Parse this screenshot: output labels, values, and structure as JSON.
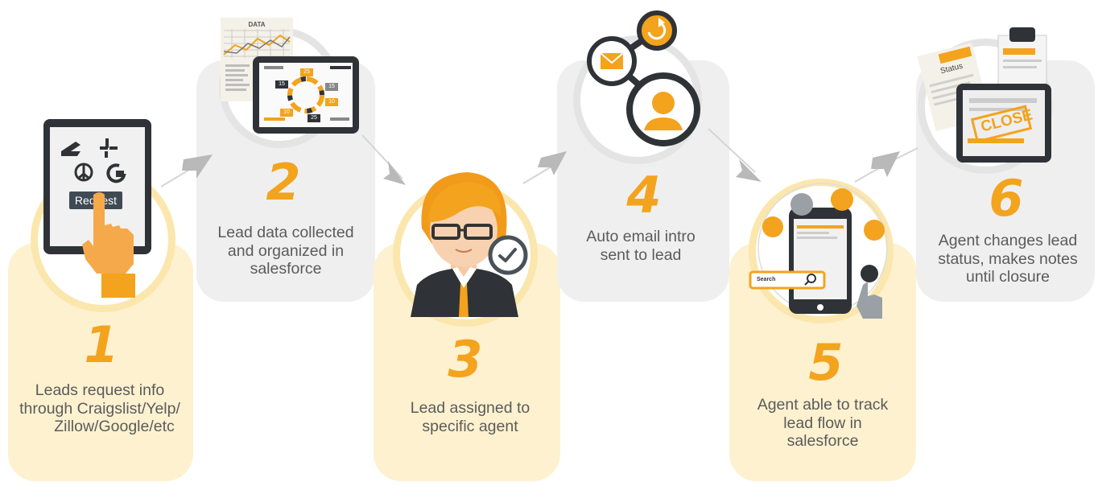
{
  "steps": [
    {
      "number": "1",
      "text_lines": [
        "Leads request info",
        "through Craigslist/Yelp/",
        "Zillow/Google/etc"
      ],
      "button_label": "Request"
    },
    {
      "number": "2",
      "text_lines": [
        "Lead data collected",
        "and organized in",
        "salesforce"
      ],
      "data_label": "DATA",
      "dial_labels": [
        "25",
        "15",
        "15",
        "10",
        "10",
        "25"
      ]
    },
    {
      "number": "3",
      "text_lines": [
        "Lead assigned to",
        "specific agent"
      ]
    },
    {
      "number": "4",
      "text_lines": [
        "Auto email intro",
        "sent to lead"
      ]
    },
    {
      "number": "5",
      "text_lines": [
        "Agent able to track",
        "lead flow in",
        "salesforce"
      ],
      "search_label": "Search"
    },
    {
      "number": "6",
      "text_lines": [
        "Agent changes lead",
        "status, makes notes",
        "until closure"
      ],
      "status_label": "Status",
      "close_label": "CLOSE"
    }
  ],
  "colors": {
    "accent": "#f3a31d",
    "card_yellow": "#fdf1cf",
    "card_gray": "#efefef",
    "text": "#5b5b5b",
    "dark": "#2f3337",
    "arrow": "#b9b9b9"
  }
}
